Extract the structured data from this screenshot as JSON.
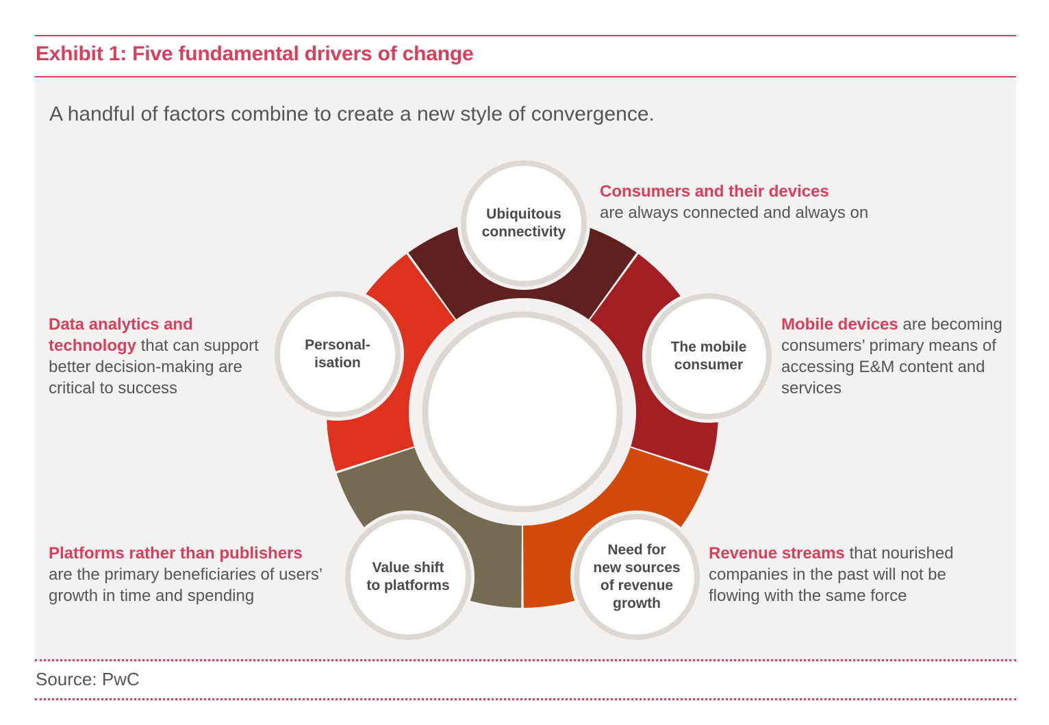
{
  "header": {
    "title": "Exhibit 1: Five fundamental drivers of change",
    "subtitle": "A handful of factors combine to create a new style of convergence."
  },
  "footer": {
    "source": "Source: PwC"
  },
  "colors": {
    "accent": "#d93f5c",
    "segment_connectivity": "#5e2120",
    "segment_mobile": "#a41f24",
    "segment_revenue": "#d14a0c",
    "segment_platforms": "#746b52",
    "segment_personalisation": "#de321f"
  },
  "drivers": [
    {
      "node": "Ubiquitous\nconnectivity",
      "highlight": "Consumers and their devices",
      "text": "are always connected and always on"
    },
    {
      "node": "The mobile\nconsumer",
      "highlight": "Mobile devices",
      "text": "are becoming consumers’ primary means of accessing E&M content and services"
    },
    {
      "node": "Need for\nnew sources\nof revenue\ngrowth",
      "highlight": "Revenue streams",
      "text": "that nourished companies in the past will not be flowing with the same force"
    },
    {
      "node": "Value shift\nto platforms",
      "highlight": "Platforms rather than publishers",
      "text": "are the primary beneficiaries of users’ growth in time and spending"
    },
    {
      "node": "Personal-\nisation",
      "highlight": "Data analytics and technology",
      "text": "that can support better decision-making are critical to success"
    }
  ]
}
